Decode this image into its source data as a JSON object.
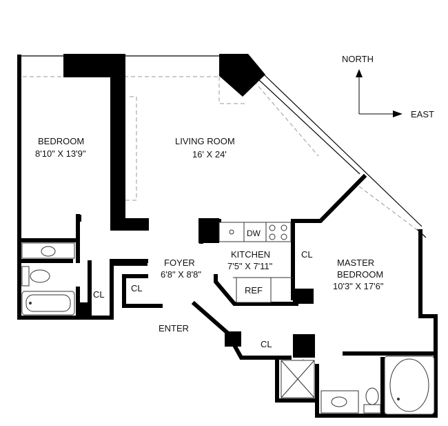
{
  "compass": {
    "north": "NORTH",
    "east": "EAST"
  },
  "rooms": {
    "bedroom": {
      "name": "BEDROOM",
      "size": "8'10\" X 13'9\""
    },
    "living": {
      "name": "LIVING ROOM",
      "size": "16' X 24'"
    },
    "kitchen": {
      "name": "KITCHEN",
      "size": "7'5\" X 7'11\""
    },
    "foyer": {
      "name": "FOYER",
      "size": "6'8\" X 8'8\""
    },
    "master": {
      "name": "MASTER",
      "name2": "BEDROOM",
      "size": "10'3\" X 17'6\""
    }
  },
  "labels": {
    "closet_bedroom": "CL",
    "closet_foyer": "CL",
    "closet_kitchen": "CL",
    "closet_entry": "CL",
    "dw": "DW",
    "ref": "REF",
    "enter": "ENTER"
  },
  "colors": {
    "wall": "#000000",
    "window": "#9a9a9a",
    "fixture": "#555555"
  }
}
